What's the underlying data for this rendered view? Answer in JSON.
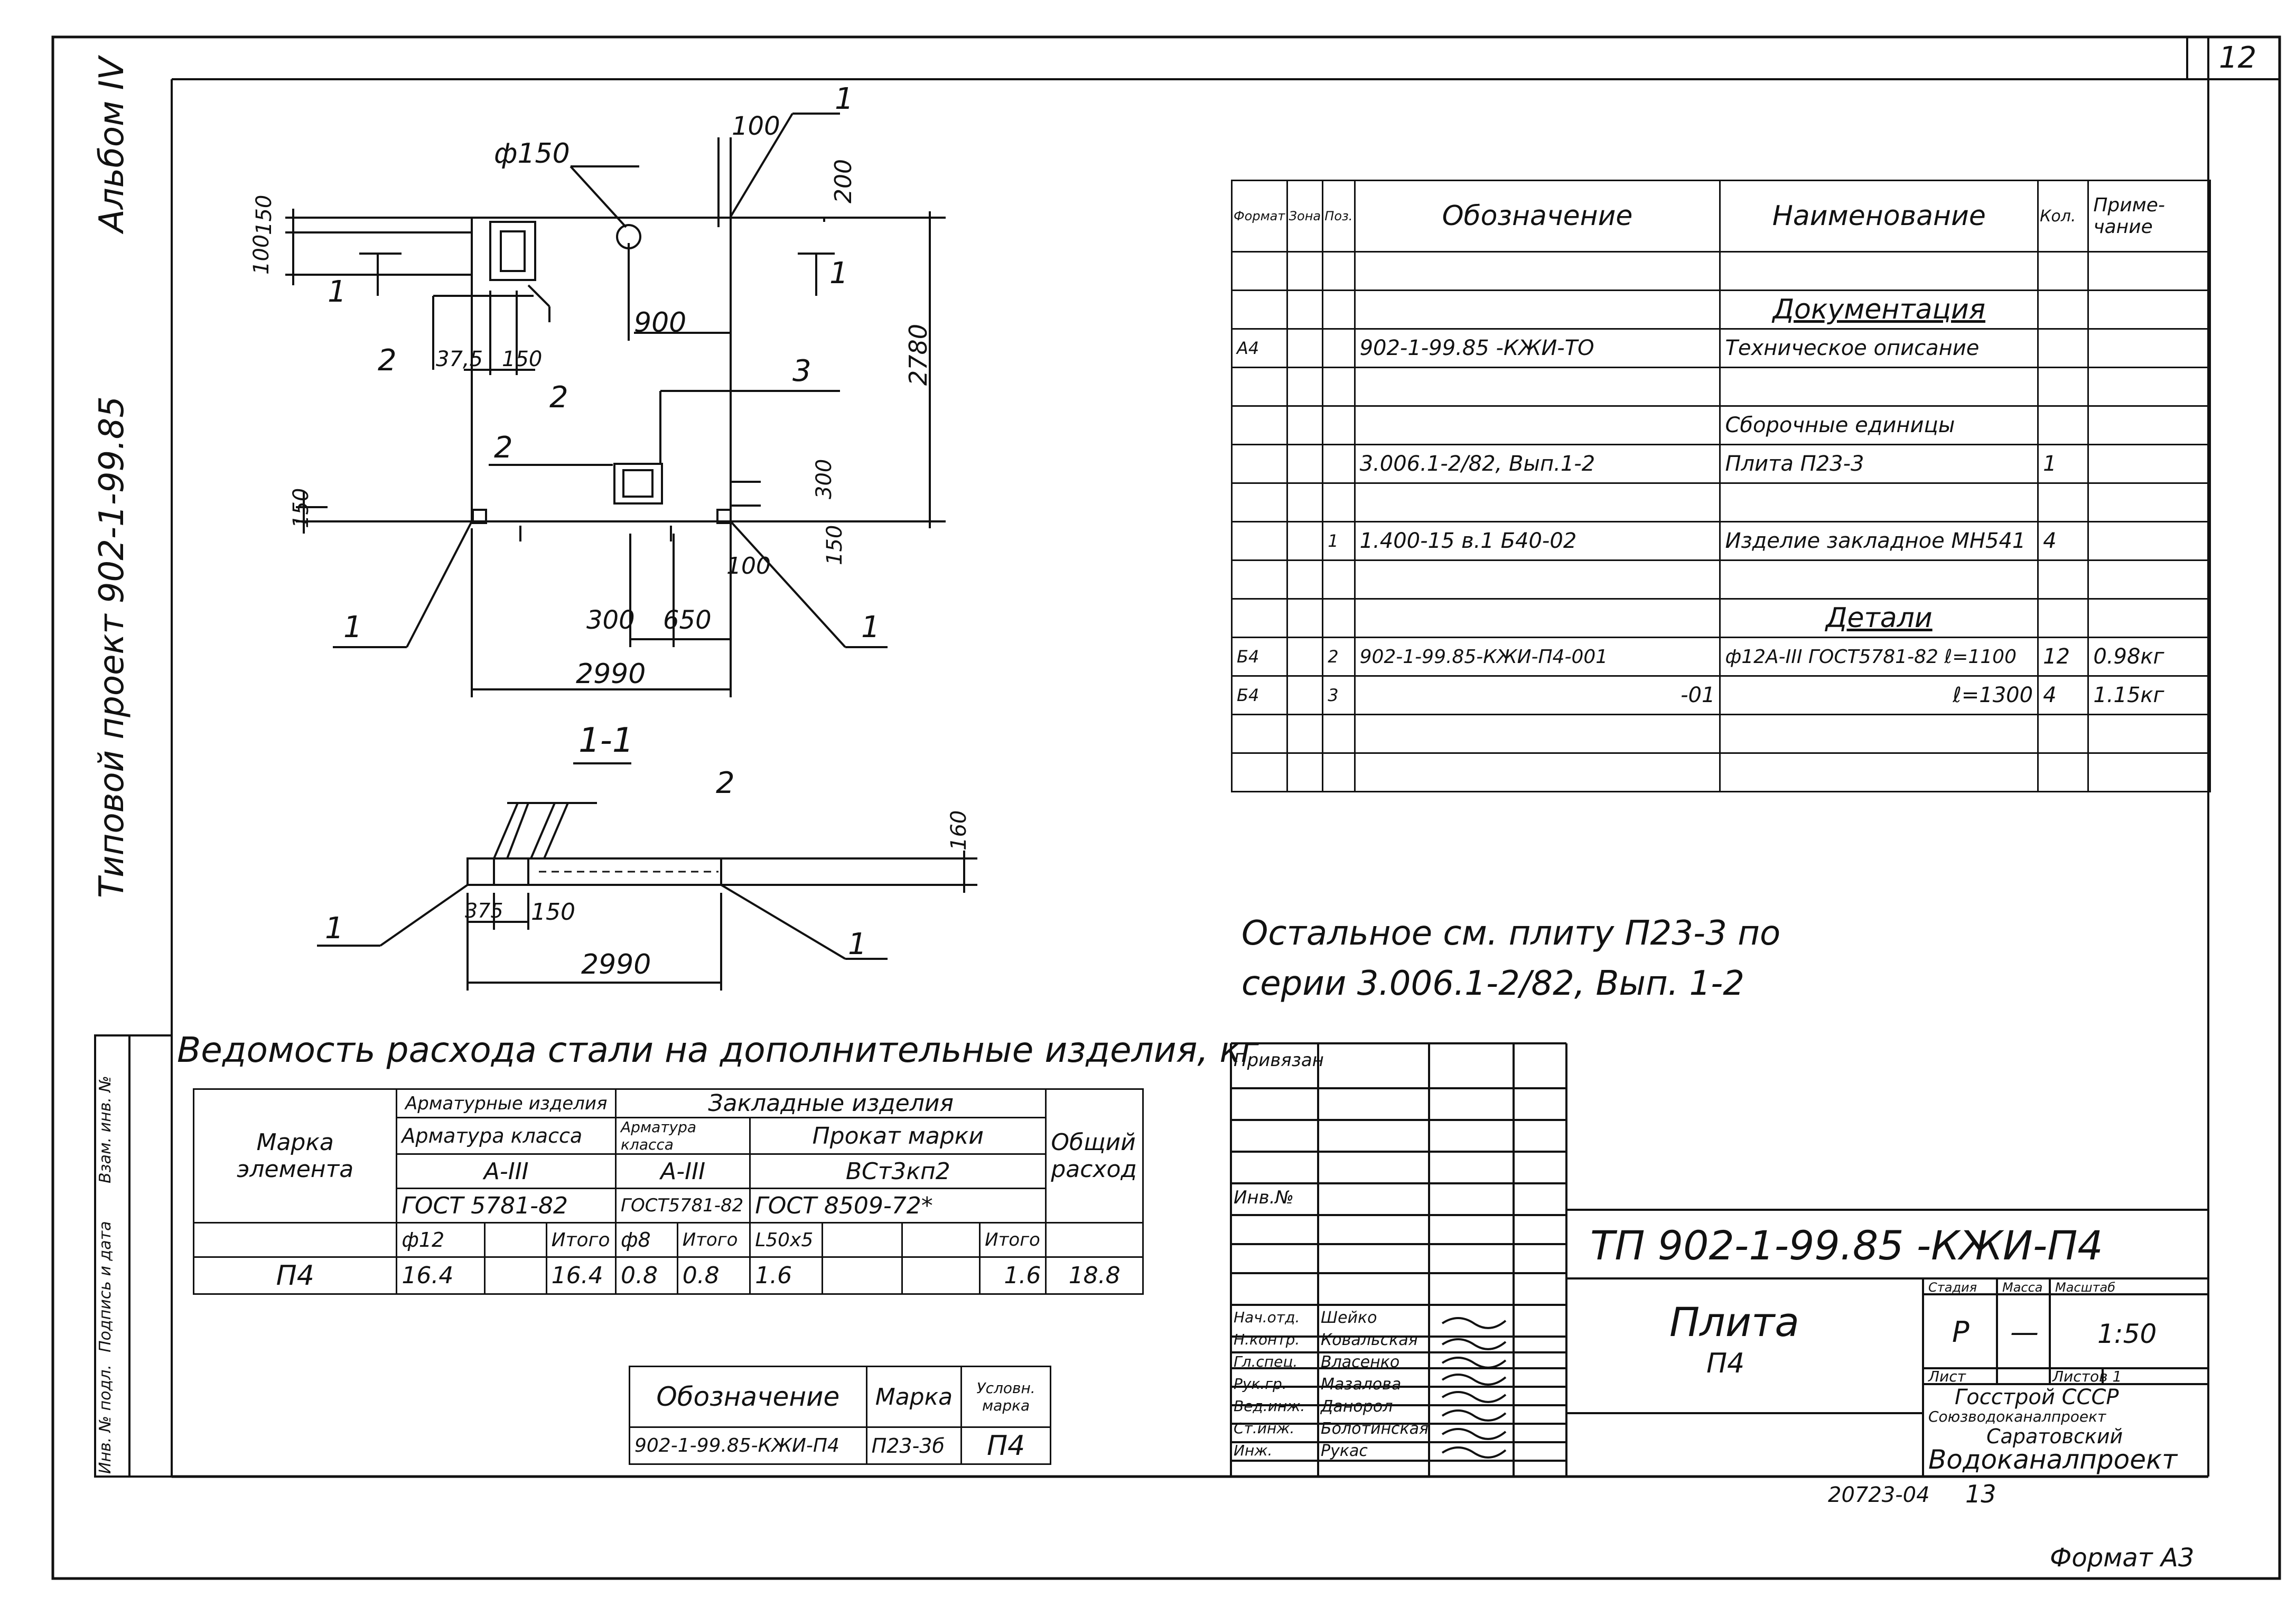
{
  "sheet": {
    "page_number": "12",
    "stamp_number": "20723-04",
    "stamp_sub": "13",
    "format": "Формат А3"
  },
  "margin": {
    "album": "Альбом IV",
    "project": "Типовой проект 902-1-99.85",
    "side_labels": [
      "Инв. № подл.",
      "Подпись и дата",
      "Взам. инв. №"
    ]
  },
  "plan": {
    "dims": [
      "ф150",
      "100",
      "200",
      "150",
      "100",
      "1",
      "1",
      "1",
      "2",
      "37,5",
      "150",
      "2",
      "900",
      "3",
      "2780",
      "2",
      "300",
      "150",
      "150",
      "100",
      "1",
      "300",
      "650",
      "1",
      "2990"
    ],
    "section_title": "1-1",
    "section_dims": [
      "2",
      "160",
      "1",
      "375",
      "150",
      "1",
      "2990"
    ]
  },
  "spec": {
    "headers": [
      "Формат",
      "Зона",
      "Поз.",
      "Обозначение",
      "Наименование",
      "Кол.",
      "Приме-чание"
    ],
    "rows": [
      [
        "",
        "",
        "",
        "",
        "",
        "",
        ""
      ],
      [
        "",
        "",
        "",
        "",
        "Документация",
        "",
        ""
      ],
      [
        "А4",
        "",
        "",
        "902-1-99.85 -КЖИ-ТО",
        "Техническое описание",
        "",
        ""
      ],
      [
        "",
        "",
        "",
        "",
        "",
        "",
        ""
      ],
      [
        "",
        "",
        "",
        "",
        "Сборочные единицы",
        "",
        ""
      ],
      [
        "",
        "",
        "",
        "3.006.1-2/82, Вып.1-2",
        "Плита П23-3",
        "1",
        ""
      ],
      [
        "",
        "",
        "",
        "",
        "",
        "",
        ""
      ],
      [
        "",
        "",
        "1",
        "1.400-15 в.1 Б40-02",
        "Изделие закладное МН541",
        "4",
        ""
      ],
      [
        "",
        "",
        "",
        "",
        "",
        "",
        ""
      ],
      [
        "",
        "",
        "",
        "",
        "Детали",
        "",
        ""
      ],
      [
        "Б4",
        "",
        "2",
        "902-1-99.85-КЖИ-П4-001",
        "ф12А-III ГОСТ5781-82 ℓ=1100",
        "12",
        "0.98кг"
      ],
      [
        "Б4",
        "",
        "3",
        "-01",
        "ℓ=1300",
        "4",
        "1.15кг"
      ],
      [
        "",
        "",
        "",
        "",
        "",
        "",
        ""
      ],
      [
        "",
        "",
        "",
        "",
        "",
        "",
        ""
      ]
    ]
  },
  "note": {
    "line1": "Остальное см. плиту П23-3 по",
    "line2": "серии 3.006.1-2/82, Вып. 1-2"
  },
  "steel": {
    "title": "Ведомость расхода стали на дополнительные изделия, кг",
    "h_mark": "Марка элемента",
    "h_arm_items": "Арматурные изделия",
    "h_emb_items": "Закладные изделия",
    "h_arm_class": "Арматура класса",
    "h_arm_class2": "Арматура класса",
    "h_rolled": "Прокат марки",
    "h_total": "Общий расход",
    "c_a3": "А-III",
    "c_a3b": "А-III",
    "c_bst": "ВСт3кп2",
    "g_5781": "ГОСТ 5781-82",
    "g_5781b": "ГОСТ5781-82",
    "g_8509": "ГОСТ 8509-72*",
    "s_f12": "ф12",
    "s_itogo1": "Итого",
    "s_f8": "ф8",
    "s_itogo2": "Итого",
    "s_l50": "L50х5",
    "s_itogo3": "Итого",
    "row": {
      "mark": "П4",
      "f12": "16.4",
      "itogo1": "16.4",
      "f8": "0.8",
      "itogo2": "0.8",
      "l50": "1.6",
      "itogo3": "1.6",
      "total": "18.8"
    }
  },
  "markt": {
    "h_designation": "Обозначение",
    "h_mark": "Марка",
    "h_cond": "Условн. марка",
    "designation": "902-1-99.85-КЖИ-П4",
    "mark": "П23-3б",
    "cond": "П4"
  },
  "title_block": {
    "bound": "Привязан",
    "inv": "Инв.№",
    "code": "ТП 902-1-99.85 -КЖИ-П4",
    "name": "Плита",
    "name2": "П4",
    "stage_h": "Стадия",
    "mass_h": "Масса",
    "scale_h": "Масштаб",
    "stage": "Р",
    "mass": "—",
    "scale": "1:50",
    "sheet_h": "Лист",
    "sheets_h": "Листов 1",
    "org1": "Госстрой СССР",
    "org2": "Союзводоканалпроект",
    "org3": "Саратовский",
    "org4": "Водоканалпроект",
    "people": [
      [
        "Нач.отд.",
        "Шейко"
      ],
      [
        "Н.контр.",
        "Ковальская"
      ],
      [
        "Гл.спец.",
        "Власенко"
      ],
      [
        "Рук.гр.",
        "Мазалова"
      ],
      [
        "Вед.инж.",
        "Данорол"
      ],
      [
        "Ст.инж.",
        "Болотинская"
      ],
      [
        "Инж.",
        "Рукас"
      ]
    ]
  }
}
